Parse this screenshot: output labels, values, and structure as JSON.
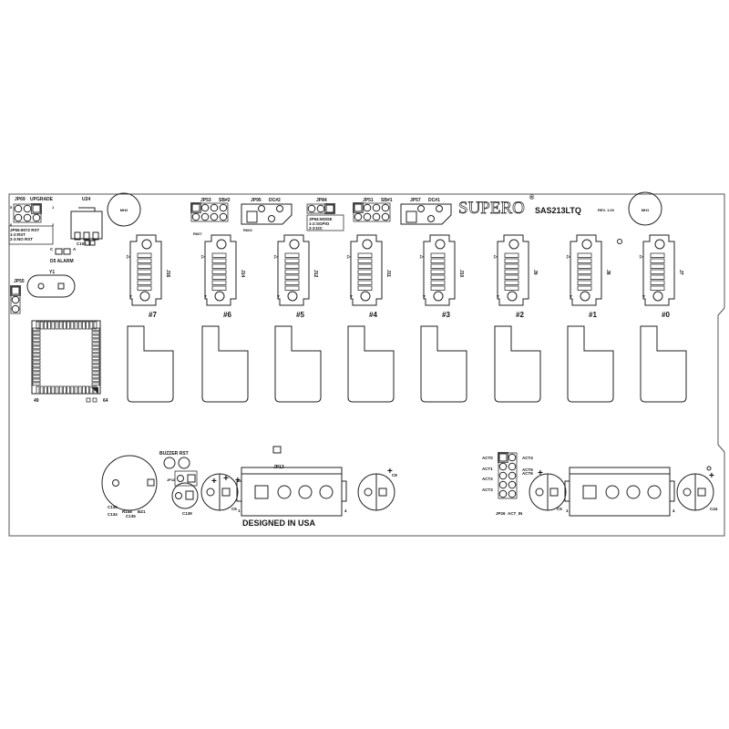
{
  "board": {
    "logo": "SUPERO",
    "logo_mark": "®",
    "model": "SAS213LTQ",
    "revision": "REV. 1.00",
    "designed_in": "DESIGNED IN USA",
    "mounting_holes": [
      "MH2",
      "MH1"
    ]
  },
  "top_left": {
    "jp69": "JP69",
    "upgrade": "UPGRADE",
    "jp55_note": [
      "JP55:9072 RST",
      "1-2:RST",
      "2-3:NO RST"
    ],
    "u24": "U24",
    "c107": "C107",
    "d5_alarm": "D5 ALARM",
    "d5_c": "C",
    "d5_a": "A",
    "y1": "Y1",
    "jp55": "JP55",
    "chip_pins": [
      "49",
      "64"
    ],
    "pin_nums": [
      "5",
      "1",
      "6",
      "2"
    ]
  },
  "headers": [
    {
      "jp": "JP53",
      "label": "SB#2",
      "extra": "R607"
    },
    {
      "jp": "JP95",
      "label": "DC#2",
      "extra": "R603"
    },
    {
      "jp": "JP84",
      "label": "",
      "extra": ""
    },
    {
      "jp": "JP51",
      "label": "SB#1",
      "extra": ""
    },
    {
      "jp": "JP57",
      "label": "DC#1",
      "extra": ""
    }
  ],
  "jp84_note": [
    "JP84:MODE",
    "1-2:SGPIO",
    "2-3:I2C"
  ],
  "drive_bays": [
    {
      "slot": "#7",
      "connector": "J16"
    },
    {
      "slot": "#6",
      "connector": "J14"
    },
    {
      "slot": "#5",
      "connector": "J12"
    },
    {
      "slot": "#4",
      "connector": "J11"
    },
    {
      "slot": "#3",
      "connector": "J10"
    },
    {
      "slot": "#2",
      "connector": "J9"
    },
    {
      "slot": "#1",
      "connector": "J8"
    },
    {
      "slot": "#0",
      "connector": "J7"
    }
  ],
  "bottom": {
    "buzzer_rst": "BUZZER RST",
    "buzzer_parts": [
      "C136",
      "C134",
      "R158",
      "C135",
      "BZ1"
    ],
    "jp18": "JP18",
    "c139": "C139",
    "c6": "C6",
    "jp13": "JP13",
    "c8": "C8",
    "p_left": [
      "1",
      "4"
    ],
    "c5": "C5",
    "c44": "C44",
    "jp26": "JP26",
    "act_in": "ACT_IN",
    "act_left": [
      "ACT0",
      "ACT1",
      "ACT2",
      "ACT3"
    ],
    "act_right": [
      "ACT4",
      "ACT5",
      "ACT6"
    ],
    "p_right": [
      "1",
      "4"
    ]
  },
  "colors": {
    "line": "#222222",
    "board_edge": "#555555",
    "background": "#ffffff"
  }
}
